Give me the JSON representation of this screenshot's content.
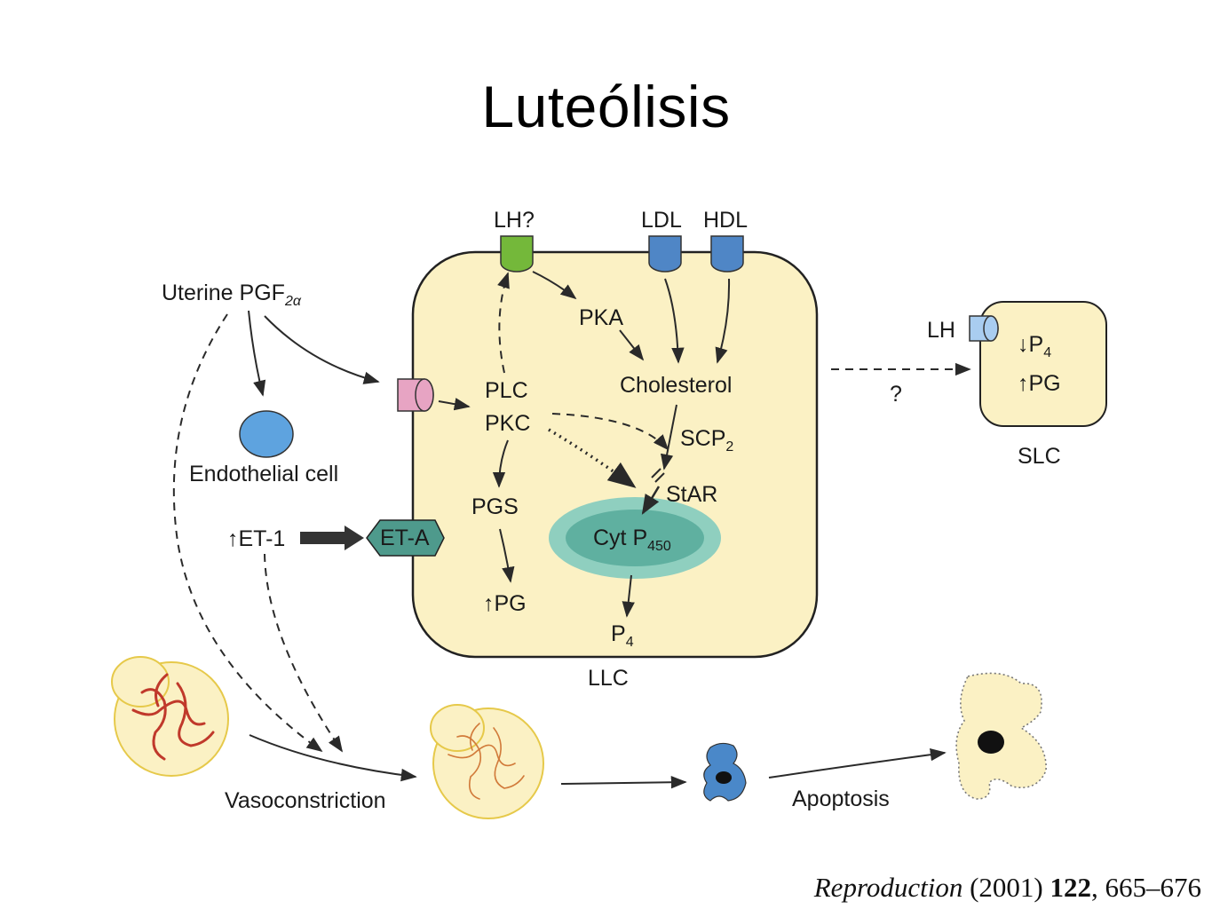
{
  "title": "Luteólisis",
  "colors": {
    "cell_fill": "#fbf1c4",
    "cell_stroke": "#222222",
    "receptor_lh": "#74b83a",
    "receptor_ldl_hdl": "#4f86c6",
    "receptor_pgf": "#e7a4c3",
    "receptor_lh_slc": "#a9cdf0",
    "endothelial": "#5ea3df",
    "eta": "#4e9a8c",
    "cyt_outer": "#8fcfbf",
    "cyt_inner": "#5fb0a0",
    "capillary": "#c0392b",
    "apoptotic_cell": "#4a88c9"
  },
  "labels": {
    "lh_receptor": "LH?",
    "ldl": "LDL",
    "hdl": "HDL",
    "uterine": "Uterine PGF",
    "uterine_sub": "2α",
    "pka": "PKA",
    "cholesterol": "Cholesterol",
    "plc": "PLC",
    "pkc": "PKC",
    "scp": "SCP",
    "scp_sub": "2",
    "star": "StAR",
    "pgs": "PGS",
    "cyt": "Cyt P",
    "cyt_sub": "450",
    "pg_up": "↑PG",
    "p4": "P",
    "p4_sub": "4",
    "llc": "LLC",
    "endothelial": "Endothelial cell",
    "et1": "↑ET-1",
    "eta": "ET-A",
    "question": "?",
    "lh_slc": "LH",
    "slc_p4": "↓P",
    "slc_p4_sub": "4",
    "slc_pg": "↑PG",
    "slc": "SLC",
    "vasoconstriction": "Vasoconstriction",
    "apoptosis": "Apoptosis"
  },
  "citation": {
    "journal": "Reproduction",
    "year": "(2001)",
    "volume": "122",
    "pages": "665–676"
  }
}
